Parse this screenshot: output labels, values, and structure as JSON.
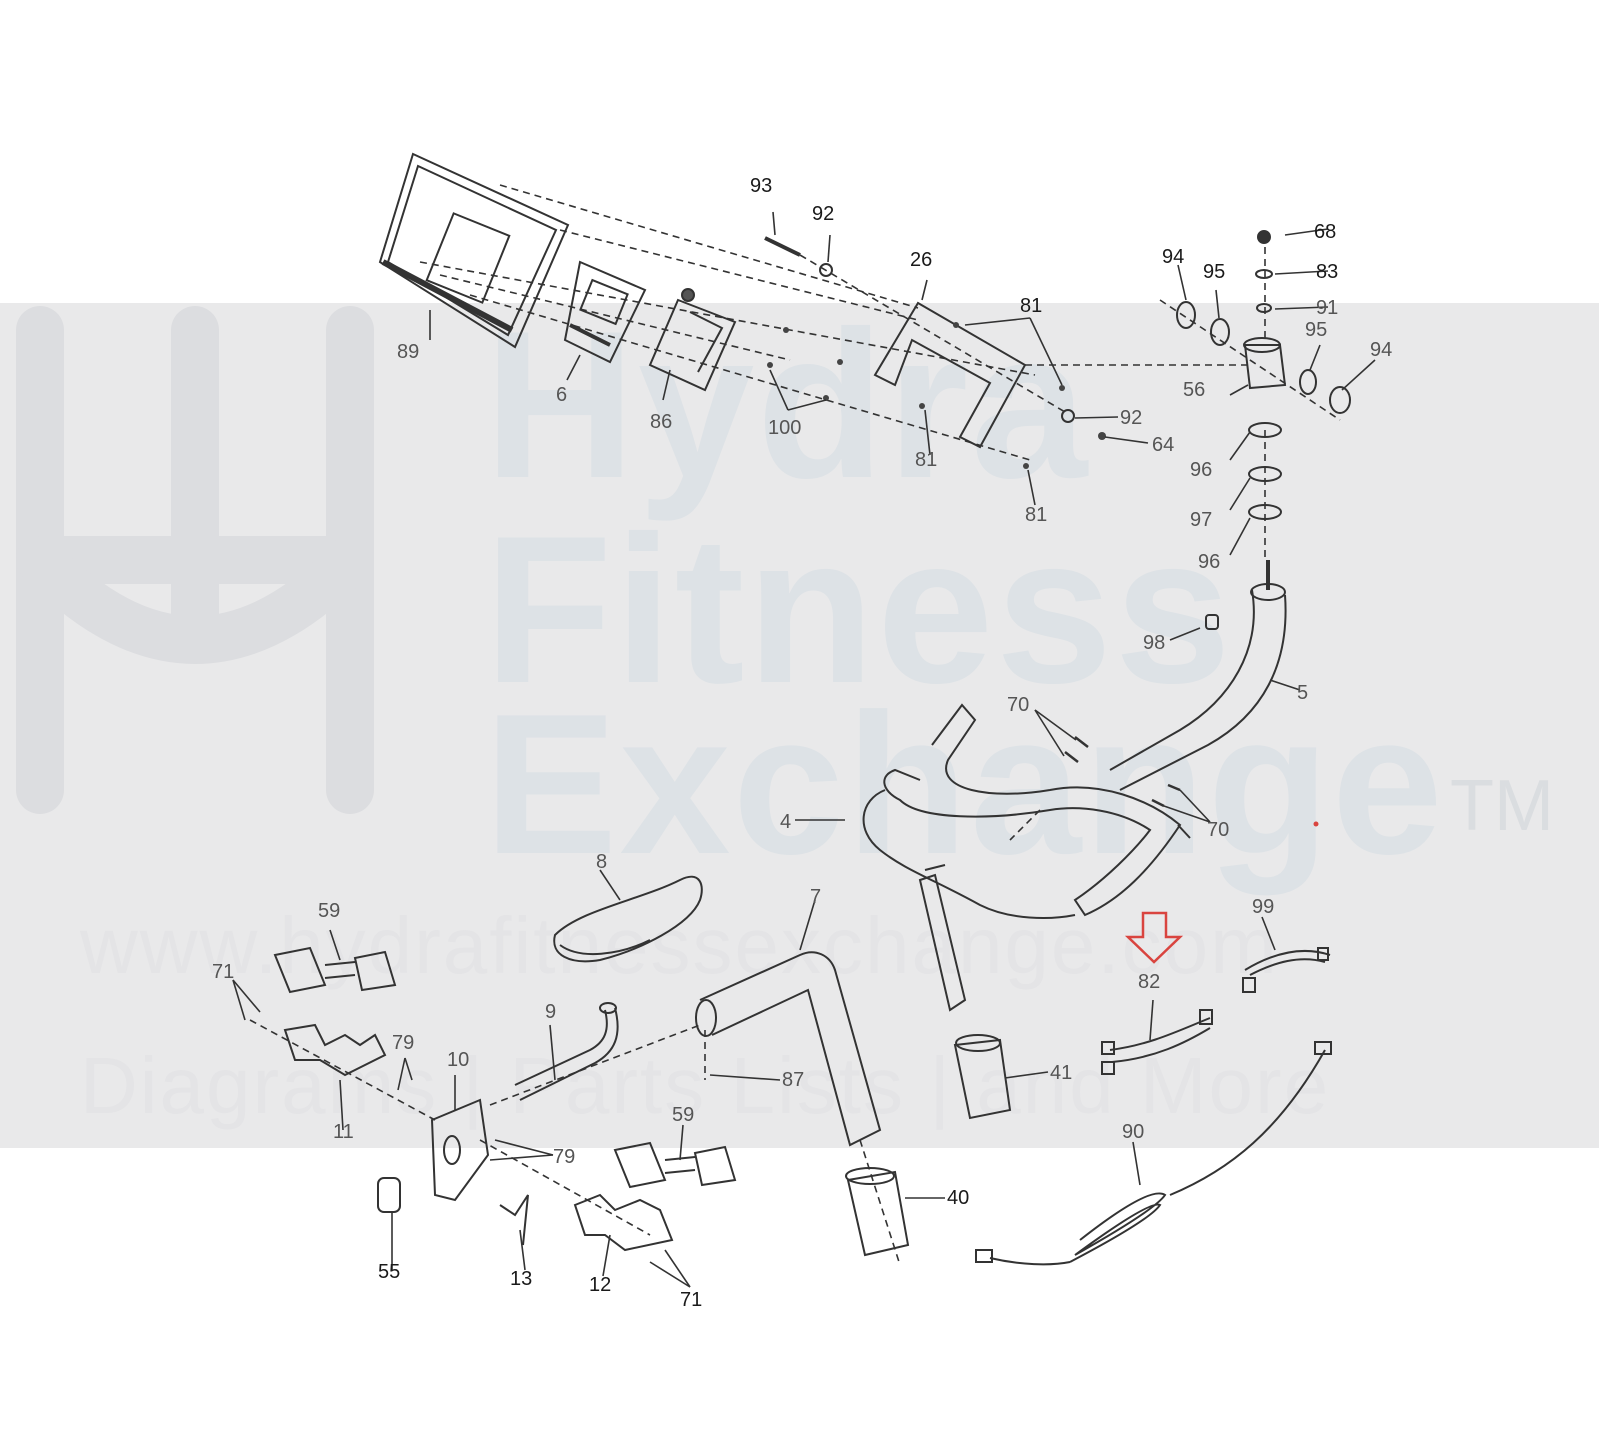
{
  "watermark": {
    "brand_lines": [
      "Hydra",
      "Fitness",
      "Exchange"
    ],
    "trademark": "TM",
    "url": "www.hydrafitnessexchange.com",
    "tagline": "Diagrams | Parts Lists | and More"
  },
  "highlight": {
    "part": "82",
    "arrow_color": "#d9443f"
  },
  "labels": {
    "p93": "93",
    "p92a": "92",
    "p26": "26",
    "p68": "68",
    "p83": "83",
    "p91": "91",
    "p94a": "94",
    "p95a": "95",
    "p81a": "81",
    "p95b": "95",
    "p94b": "94",
    "p89": "89",
    "p6": "6",
    "p86": "86",
    "p100": "100",
    "p56": "56",
    "p92b": "92",
    "p64": "64",
    "p81b": "81",
    "p96a": "96",
    "p81c": "81",
    "p97": "97",
    "p96b": "96",
    "p98": "98",
    "p5": "5",
    "p70a": "70",
    "p4": "4",
    "p70b": "70",
    "p8": "8",
    "p7": "7",
    "p59a": "59",
    "p71a": "71",
    "p99": "99",
    "p82": "82",
    "p9": "9",
    "p79a": "79",
    "p10": "10",
    "p87": "87",
    "p41": "41",
    "p11": "11",
    "p59b": "59",
    "p79b": "79",
    "p90": "90",
    "p40": "40",
    "p55": "55",
    "p13": "13",
    "p12": "12",
    "p71b": "71"
  }
}
